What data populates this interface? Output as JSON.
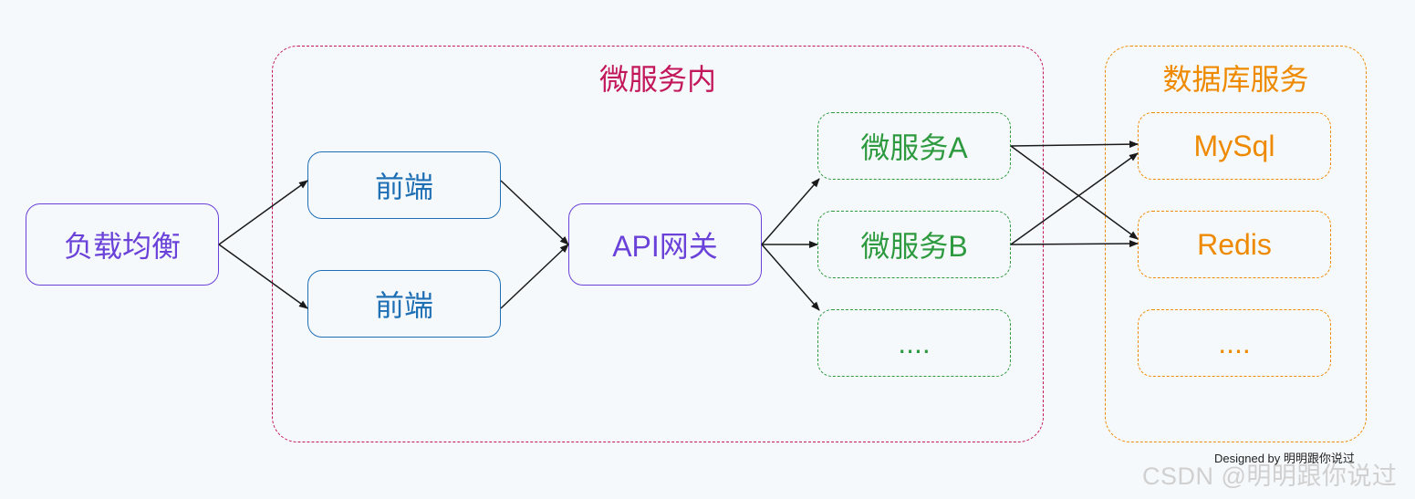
{
  "colors": {
    "purple": "#6a42d9",
    "blue": "#1f6fb5",
    "green": "#2e9a3f",
    "orange": "#ee8a00",
    "crimson": "#c2185b",
    "arrow": "#1a1a1a",
    "background": "#f6f9fc"
  },
  "groups": {
    "microservice": {
      "title": "微服务内"
    },
    "database": {
      "title": "数据库服务"
    }
  },
  "nodes": {
    "load_balancer": "负载均衡",
    "frontend_top": "前端",
    "frontend_bottom": "前端",
    "api_gateway": "API网关",
    "service_a": "微服务A",
    "service_b": "微服务B",
    "service_more": "....",
    "mysql": "MySql",
    "redis": "Redis",
    "db_more": "...."
  },
  "edges": [
    {
      "from": "load_balancer",
      "to": "frontend_top"
    },
    {
      "from": "load_balancer",
      "to": "frontend_bottom"
    },
    {
      "from": "frontend_top",
      "to": "api_gateway"
    },
    {
      "from": "frontend_bottom",
      "to": "api_gateway"
    },
    {
      "from": "api_gateway",
      "to": "service_a"
    },
    {
      "from": "api_gateway",
      "to": "service_b"
    },
    {
      "from": "api_gateway",
      "to": "service_more"
    },
    {
      "from": "service_a",
      "to": "mysql"
    },
    {
      "from": "service_a",
      "to": "redis"
    },
    {
      "from": "service_b",
      "to": "mysql"
    },
    {
      "from": "service_b",
      "to": "redis"
    }
  ],
  "footer": {
    "credit": "Designed by 明明跟你说过",
    "watermark": "CSDN @明明跟你说过"
  }
}
